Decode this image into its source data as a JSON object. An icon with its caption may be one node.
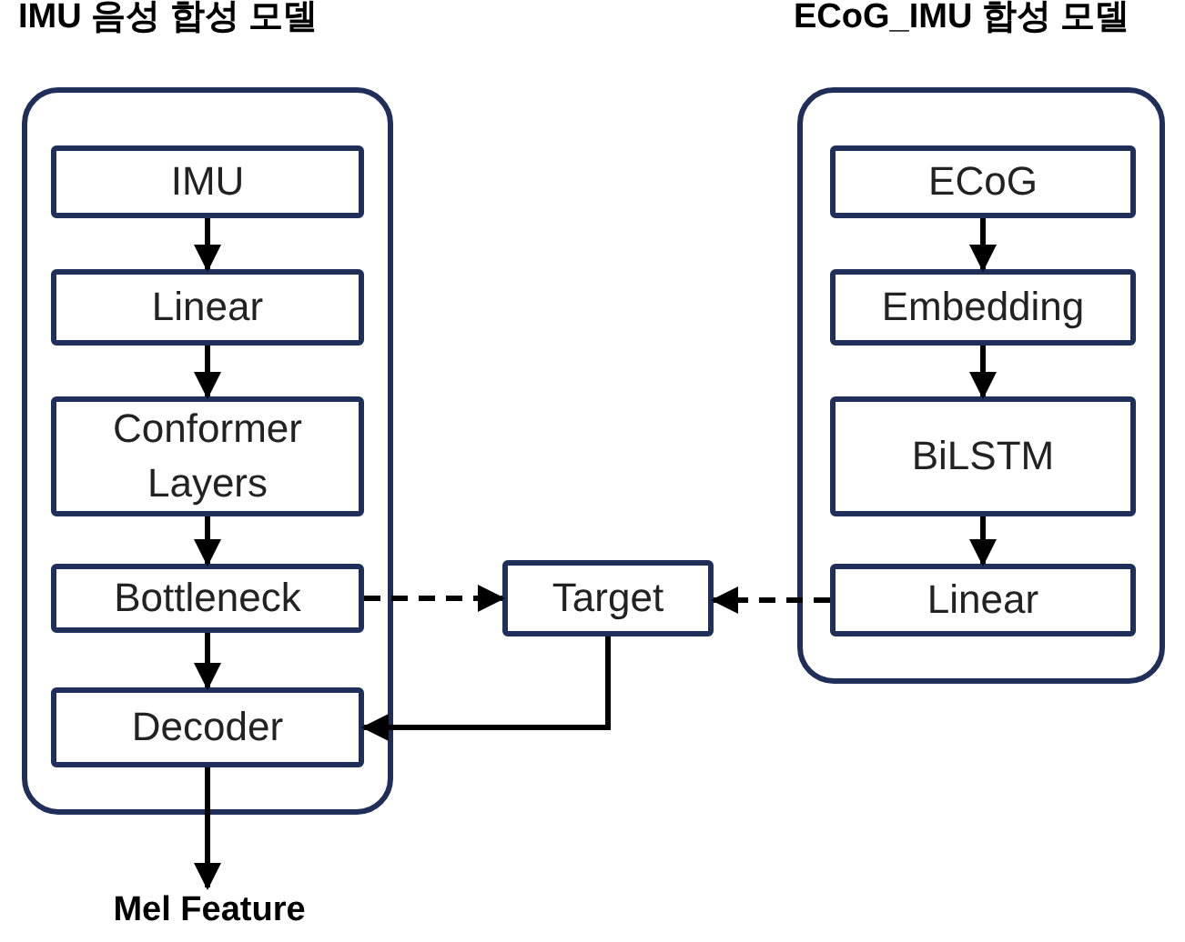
{
  "diagram": {
    "nodes": [
      {
        "text": [
          "IMU 음성 합성 모델"
        ]
      },
      {
        "text": [
          "IMU"
        ],
        "in": 0
      },
      {
        "text": [
          "Linear"
        ],
        "in": 0
      },
      {
        "text": [
          "Conformer Layers"
        ],
        "in": 0
      },
      {
        "text": [
          "Bottleneck"
        ],
        "in": 0
      },
      {
        "text": [
          "Decoder"
        ],
        "in": 0
      },
      {
        "text": [
          "Target"
        ]
      },
      {
        "text": [
          "ECoG_IMU 합성 모델"
        ]
      },
      {
        "text": [
          "ECoG"
        ],
        "in": 7
      },
      {
        "text": [
          "Embedding"
        ],
        "in": 7
      },
      {
        "text": [
          "BiLSTM"
        ],
        "in": 7
      },
      {
        "text": [
          "Linear"
        ],
        "in": 7
      },
      {
        "text": [
          "Mel Feature"
        ]
      }
    ],
    "edges": [
      {
        "from": 1,
        "to": 2,
        "arrow": "to"
      },
      {
        "from": 2,
        "to": 3,
        "arrow": "to"
      },
      {
        "from": 3,
        "to": 4,
        "arrow": "to"
      },
      {
        "from": 4,
        "to": 5,
        "arrow": "to"
      },
      {
        "from": 4,
        "to": 6,
        "arrow": "to",
        "style": "dashed"
      },
      {
        "from": 11,
        "to": 6,
        "arrow": "to",
        "style": "dashed"
      },
      {
        "from": 6,
        "to": 5,
        "arrow": "to"
      },
      {
        "from": 8,
        "to": 9,
        "arrow": "to"
      },
      {
        "from": 9,
        "to": 10,
        "arrow": "to"
      },
      {
        "from": 10,
        "to": 11,
        "arrow": "to"
      },
      {
        "from": 5,
        "to": 12,
        "arrow": "to"
      }
    ]
  }
}
